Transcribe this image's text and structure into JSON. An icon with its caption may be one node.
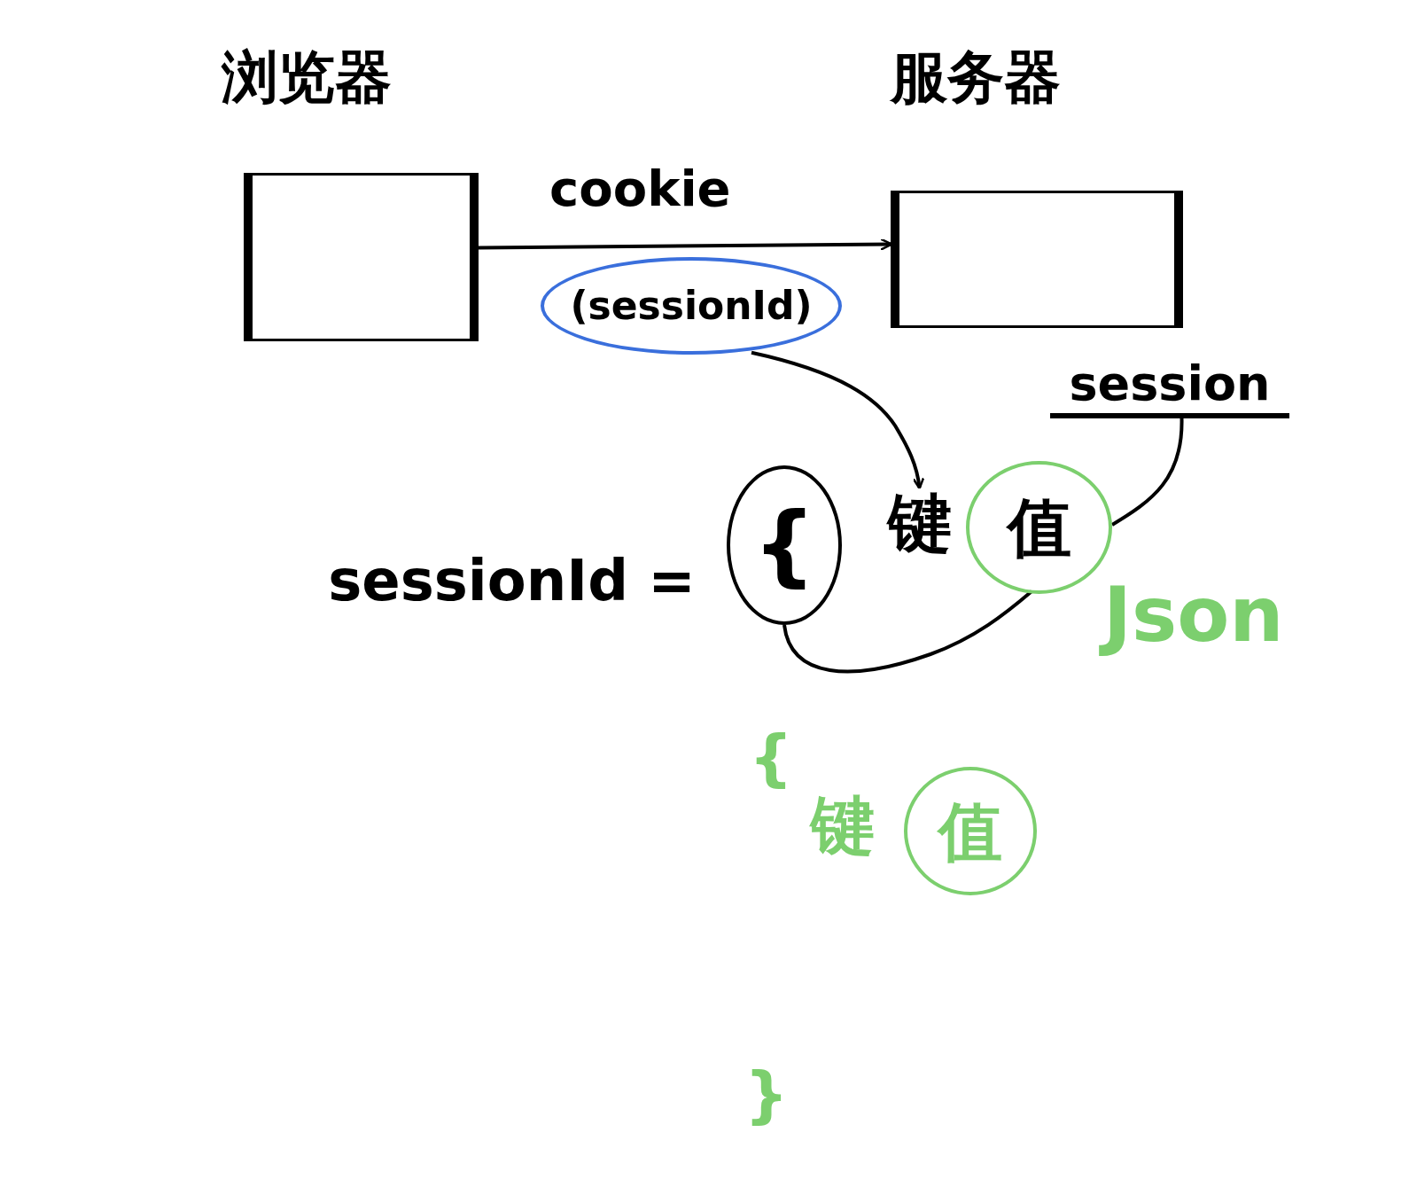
{
  "diagram": {
    "nodes": [
      {
        "text": [
          "浏览器"
        ]
      },
      {
        "text": [
          "服务器"
        ]
      },
      {
        "text": [
          "(sessionId)"
        ]
      },
      {
        "text": [
          "键"
        ]
      },
      {
        "text": [
          "值"
        ]
      },
      {
        "text": [
          "session"
        ]
      },
      {
        "text": [
          "sessionId ="
        ]
      },
      {
        "text": [
          "{"
        ]
      },
      {
        "text": [
          "值"
        ]
      }
    ],
    "edges": [
      {
        "from": 0,
        "to": 1,
        "arrow": "to",
        "label": "cookie"
      },
      {
        "from": 2,
        "to": 3,
        "arrow": "to"
      },
      {
        "from": 5,
        "to": 4,
        "arrow": "none"
      },
      {
        "from": 7,
        "to": 4,
        "arrow": "none"
      }
    ],
    "labels": [
      "Json",
      "{",
      "键",
      "}"
    ]
  }
}
